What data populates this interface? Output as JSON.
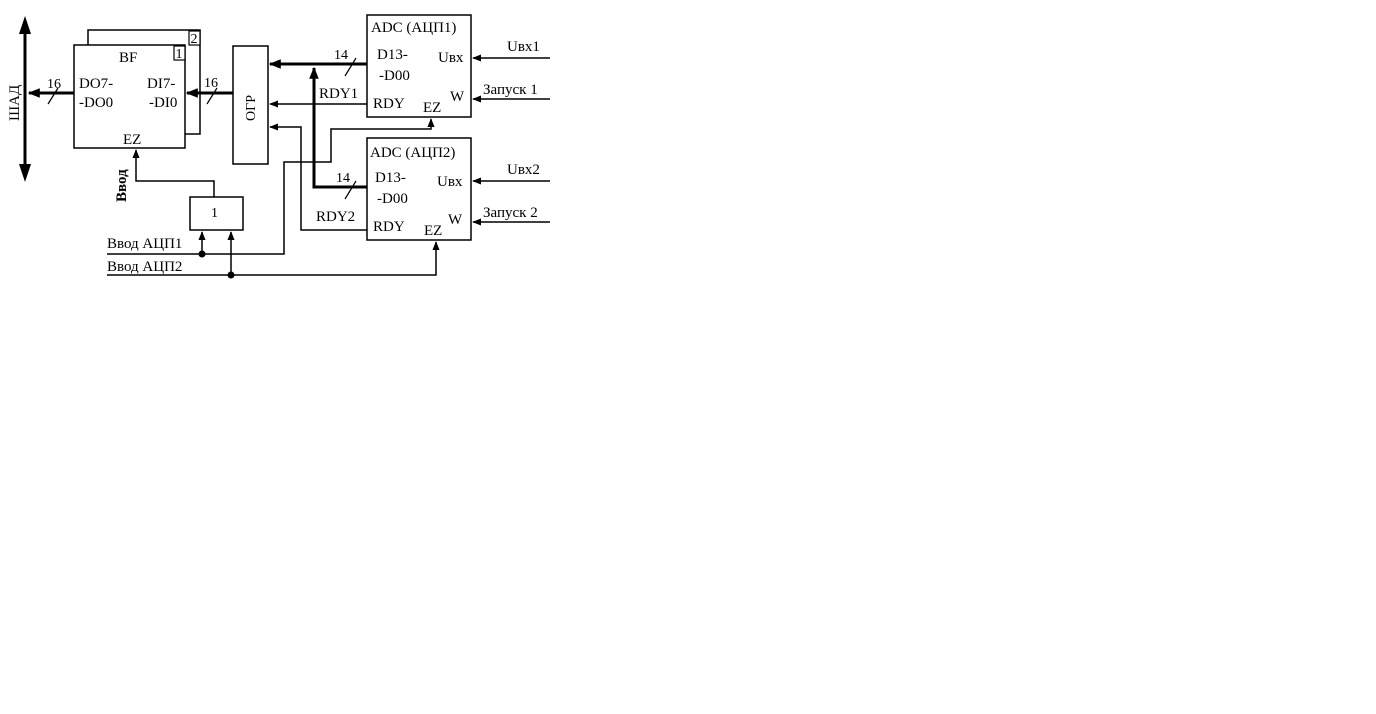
{
  "bus": {
    "label": "ШАД"
  },
  "buffer": {
    "label": "BF",
    "index_front": "1",
    "index_back": "2",
    "out_pin_1": "DO7-",
    "out_pin_2": "-DO0",
    "in_pin_1": "DI7-",
    "in_pin_2": "-DI0",
    "enable_pin": "EZ",
    "out_width": "16",
    "in_width": "16",
    "enable_signal": "Ввод"
  },
  "ogr": {
    "label": "ОГР"
  },
  "or_gate": {
    "label": "1"
  },
  "adc1": {
    "title": "ADC (АЦП1)",
    "data_pin_1": "D13-",
    "data_pin_2": "-D00",
    "input_pin": "Uвх",
    "ready_pin": "RDY",
    "enable_pin": "EZ",
    "write_pin": "W",
    "data_width": "14",
    "ready_signal": "RDY1",
    "input_signal": "Uвх1",
    "start_signal": "Запуск 1"
  },
  "adc2": {
    "title": "ADC (АЦП2)",
    "data_pin_1": "D13-",
    "data_pin_2": "-D00",
    "input_pin": "Uвх",
    "ready_pin": "RDY",
    "enable_pin": "EZ",
    "write_pin": "W",
    "data_width": "14",
    "ready_signal": "RDY2",
    "input_signal": "Uвх2",
    "start_signal": "Запуск 2"
  },
  "inputs": {
    "read_adc1": "Ввод АЦП1",
    "read_adc2": "Ввод АЦП2"
  }
}
